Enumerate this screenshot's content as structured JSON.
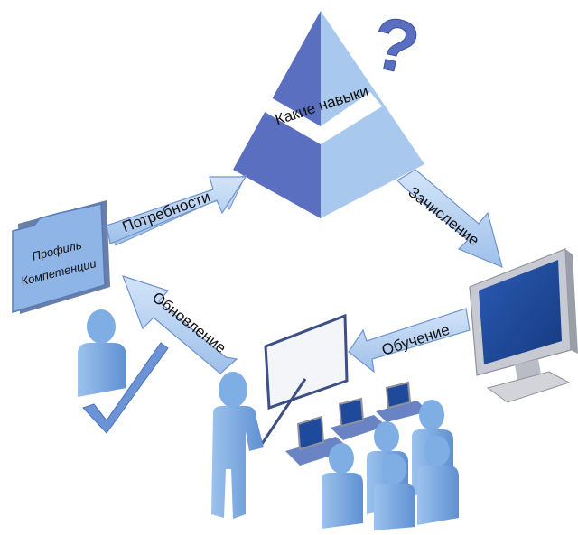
{
  "diagram": {
    "pyramid_label": "Какие навыки",
    "question_mark": "?",
    "profile_line1": "Профиль",
    "profile_line2": "Компетенции",
    "arrow_needs": "Потребности",
    "arrow_enroll": "Зачисление",
    "arrow_training": "Обучение",
    "arrow_update": "Обновление"
  },
  "colors": {
    "pyramid_dark": "#5a6fc0",
    "pyramid_light": "#a9c8ee",
    "arrow_fill": "#b8d3f2",
    "arrow_stroke": "#6f93cc",
    "person_fill": "#7eaee4",
    "person_dark": "#4b73b8",
    "monitor_screen": "#1f4a9c",
    "monitor_frame": "#d6d8de",
    "check_fill": "#6b93d6",
    "question_fill": "#5a6fc0"
  }
}
